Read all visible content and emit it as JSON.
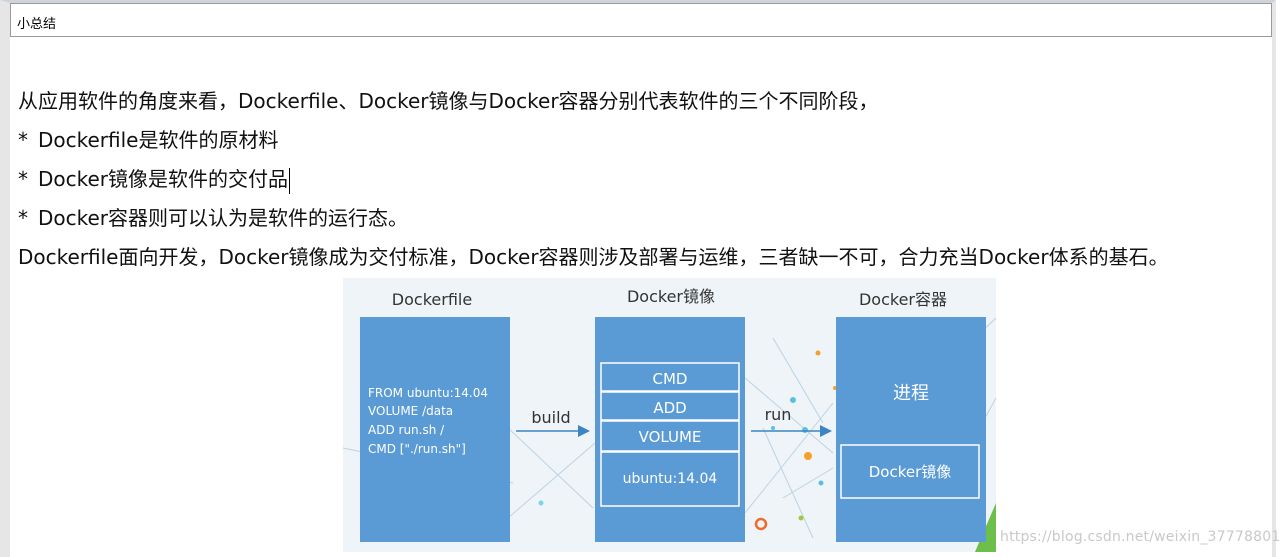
{
  "title_bar": {
    "title": "小总结"
  },
  "content": {
    "intro": "从应用软件的角度来看，Dockerfile、Docker镜像与Docker容器分别代表软件的三个不同阶段，",
    "bullets": [
      {
        "mark": "*",
        "text": "Dockerfile是软件的原材料"
      },
      {
        "mark": "*",
        "text": "Docker镜像是软件的交付品"
      },
      {
        "mark": "*",
        "text": "Docker容器则可以认为是软件的运行态。"
      }
    ],
    "summary": "Dockerfile面向开发，Docker镜像成为交付标准，Docker容器则涉及部署与运维，三者缺一不可，合力充当Docker体系的基石。"
  },
  "diagram": {
    "dockerfile_title": "Dockerfile",
    "image_title": "Docker镜像",
    "container_title": "Docker容器",
    "dockerfile_lines": [
      "FROM ubuntu:14.04",
      "VOLUME /data",
      "ADD run.sh /",
      "CMD [\"./run.sh\"]"
    ],
    "build_label": "build",
    "run_label": "run",
    "image_layers": [
      "CMD",
      "ADD",
      "VOLUME",
      "ubuntu:14.04"
    ],
    "process_label": "进程",
    "inner_image_label": "Docker镜像",
    "colors": {
      "box_blue": "#5b9bd5",
      "background": "#eef4f8",
      "arrow": "#3c84c4"
    }
  },
  "watermark": "https://blog.csdn.net/weixin_37778801"
}
